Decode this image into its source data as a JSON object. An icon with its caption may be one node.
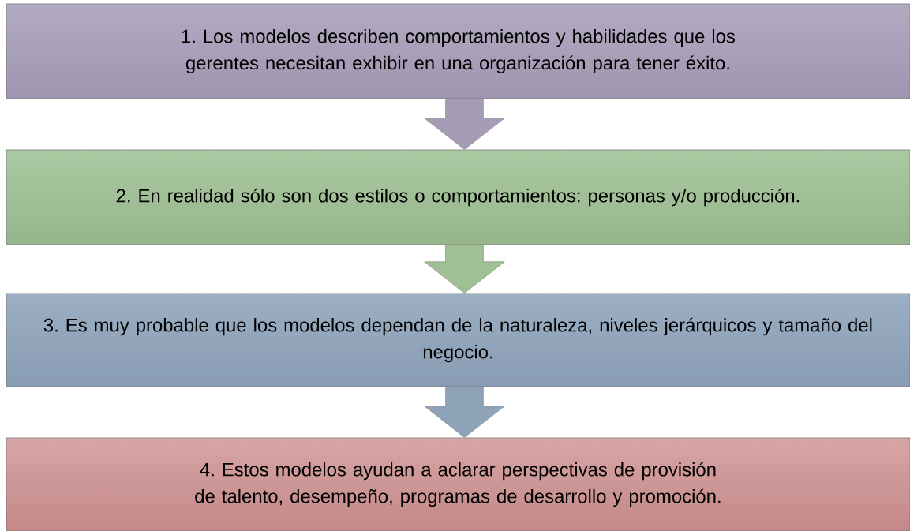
{
  "diagram": {
    "nodes": [
      {
        "text": [
          "1. Los modelos describen comportamientos y habilidades que los gerentes necesitan exhibir en una organización para tener éxito."
        ]
      },
      {
        "text": [
          "2. En realidad sólo son dos estilos o comportamientos: personas y/o producción."
        ]
      },
      {
        "text": [
          "3. Es muy probable que los modelos dependan de la naturaleza, niveles jerárquicos y tamaño del negocio."
        ]
      },
      {
        "text": [
          "4. Estos modelos ayudan a aclarar perspectivas de provisión de talento, desempeño, programas de desarrollo y promoción."
        ]
      }
    ],
    "edges": [
      {
        "from": 0,
        "to": 1,
        "arrow": "to",
        "color": "#a69cb5"
      },
      {
        "from": 1,
        "to": 2,
        "arrow": "to",
        "color": "#9fbf95"
      },
      {
        "from": 2,
        "to": 3,
        "arrow": "to",
        "color": "#8ea2b8"
      }
    ]
  }
}
